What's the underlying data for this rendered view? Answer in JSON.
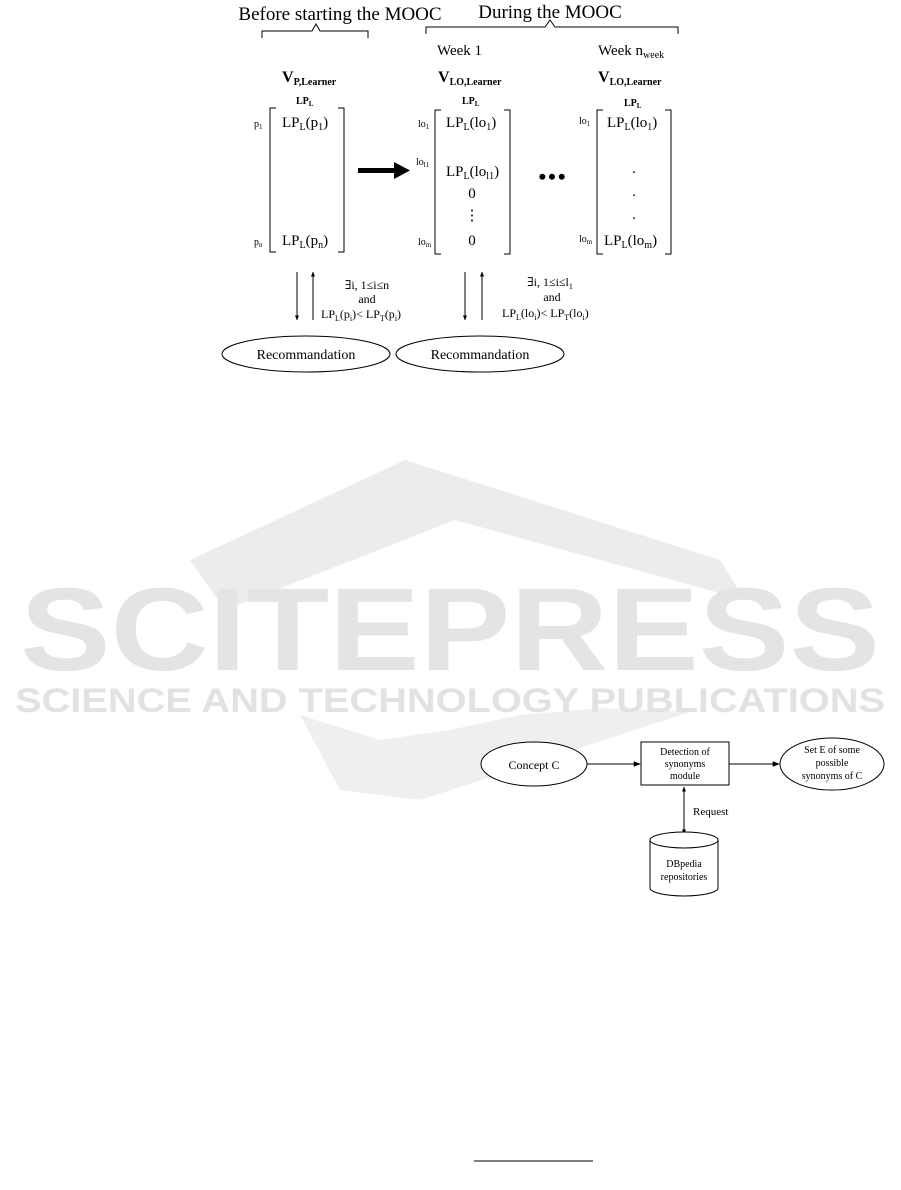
{
  "fig1": {
    "header_left": "Before starting the MOOC",
    "header_right": "During the MOOC",
    "week1": "Week 1",
    "weekn": "Week n",
    "weekn_sub": "week",
    "vec_p": {
      "base": "V",
      "sub": "P,Learner"
    },
    "vec_lo1": {
      "base": "V",
      "sub": "LO,Learner"
    },
    "vec_lon": {
      "base": "V",
      "sub": "LO,Learner"
    },
    "col_header": {
      "base": "LP",
      "sub": "L"
    },
    "m1": {
      "row1_label": {
        "base": "p",
        "sub": "1"
      },
      "row1_val": {
        "base": "LP",
        "sub": "L",
        "arg": "(p",
        "argsub": "1",
        "close": ")"
      },
      "rown_label": {
        "base": "p",
        "sub": "n"
      },
      "rown_val": {
        "base": "LP",
        "sub": "L",
        "arg": "(p",
        "argsub": "n",
        "close": ")"
      }
    },
    "m2": {
      "row1_label": {
        "base": "lo",
        "sub": "1"
      },
      "row1_val": {
        "base": "LP",
        "sub": "L",
        "arg": "(lo",
        "argsub": "1",
        "close": ")"
      },
      "rowl_label": {
        "base": "lo",
        "sub": "l1"
      },
      "rowl_val": {
        "base": "LP",
        "sub": "L",
        "arg": "(lo",
        "argsub": "l1",
        "close": ")"
      },
      "zero1": "0",
      "vdots": "⋮",
      "rowm_label": {
        "base": "lo",
        "sub": "m"
      },
      "zero2": "0"
    },
    "m3": {
      "row1_label": {
        "base": "lo",
        "sub": "1"
      },
      "row1_val": {
        "base": "LP",
        "sub": "L",
        "arg": "(lo",
        "argsub": "1",
        "close": ")"
      },
      "dot": ".",
      "rowm_label": {
        "base": "lo",
        "sub": "m"
      },
      "rowm_val": {
        "base": "LP",
        "sub": "L",
        "arg": "(lo",
        "argsub": "m",
        "close": ")"
      }
    },
    "ellipsis": "•••",
    "cond1": {
      "line1": "∃i, 1≤i≤n",
      "line2": "and",
      "line3": {
        "a": "LP",
        "asub": "L",
        "b": "(p",
        "bsub": "i",
        "c": ")< LP",
        "csub": "T",
        "d": "(p",
        "dsub": "i",
        "e": ")"
      }
    },
    "cond2": {
      "line1": {
        "a": "∃i, 1≤i≤l",
        "asub": "1"
      },
      "line2": "and",
      "line3": {
        "a": "LP",
        "asub": "L",
        "b": "(lo",
        "bsub": "i",
        "c": ")< LP",
        "csub": "T",
        "d": "(lo",
        "dsub": "i",
        "e": ")"
      }
    },
    "reco1": "Recommandation",
    "reco2": "Recommandation"
  },
  "fig2": {
    "concept": "Concept C",
    "module": [
      "Detection of",
      "synonyms",
      "module"
    ],
    "result": [
      "Set E of some",
      "possible",
      "synonyms of C"
    ],
    "request": "Request",
    "db": [
      "DBpedia",
      "repositories"
    ]
  },
  "watermark": {
    "big": "SCITEPRESS",
    "small": "SCIENCE AND TECHNOLOGY PUBLICATIONS",
    "color": "#e6e6e6"
  }
}
